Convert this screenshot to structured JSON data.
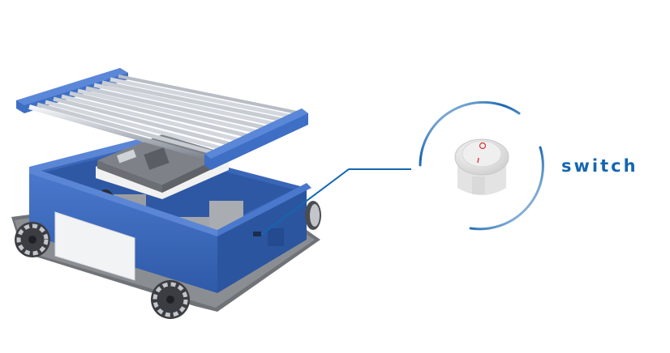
{
  "figure": {
    "subject": "Mecanum-wheel robot chassis with roller conveyor top (exploded view)",
    "callout": {
      "label": "switch",
      "target": "power rocker switch on chassis side",
      "switch_markings": [
        "O",
        "I"
      ]
    },
    "colors": {
      "accent": "#1566b0",
      "chassis_blue": "#3f6fc4",
      "chassis_blue_dark": "#2e57a6",
      "roller_silver": "#c9ced6",
      "module_gray": "#8c8f94",
      "switch_white": "#eeeeee",
      "switch_marking_red": "#d8333a",
      "background": "#ffffff"
    }
  }
}
